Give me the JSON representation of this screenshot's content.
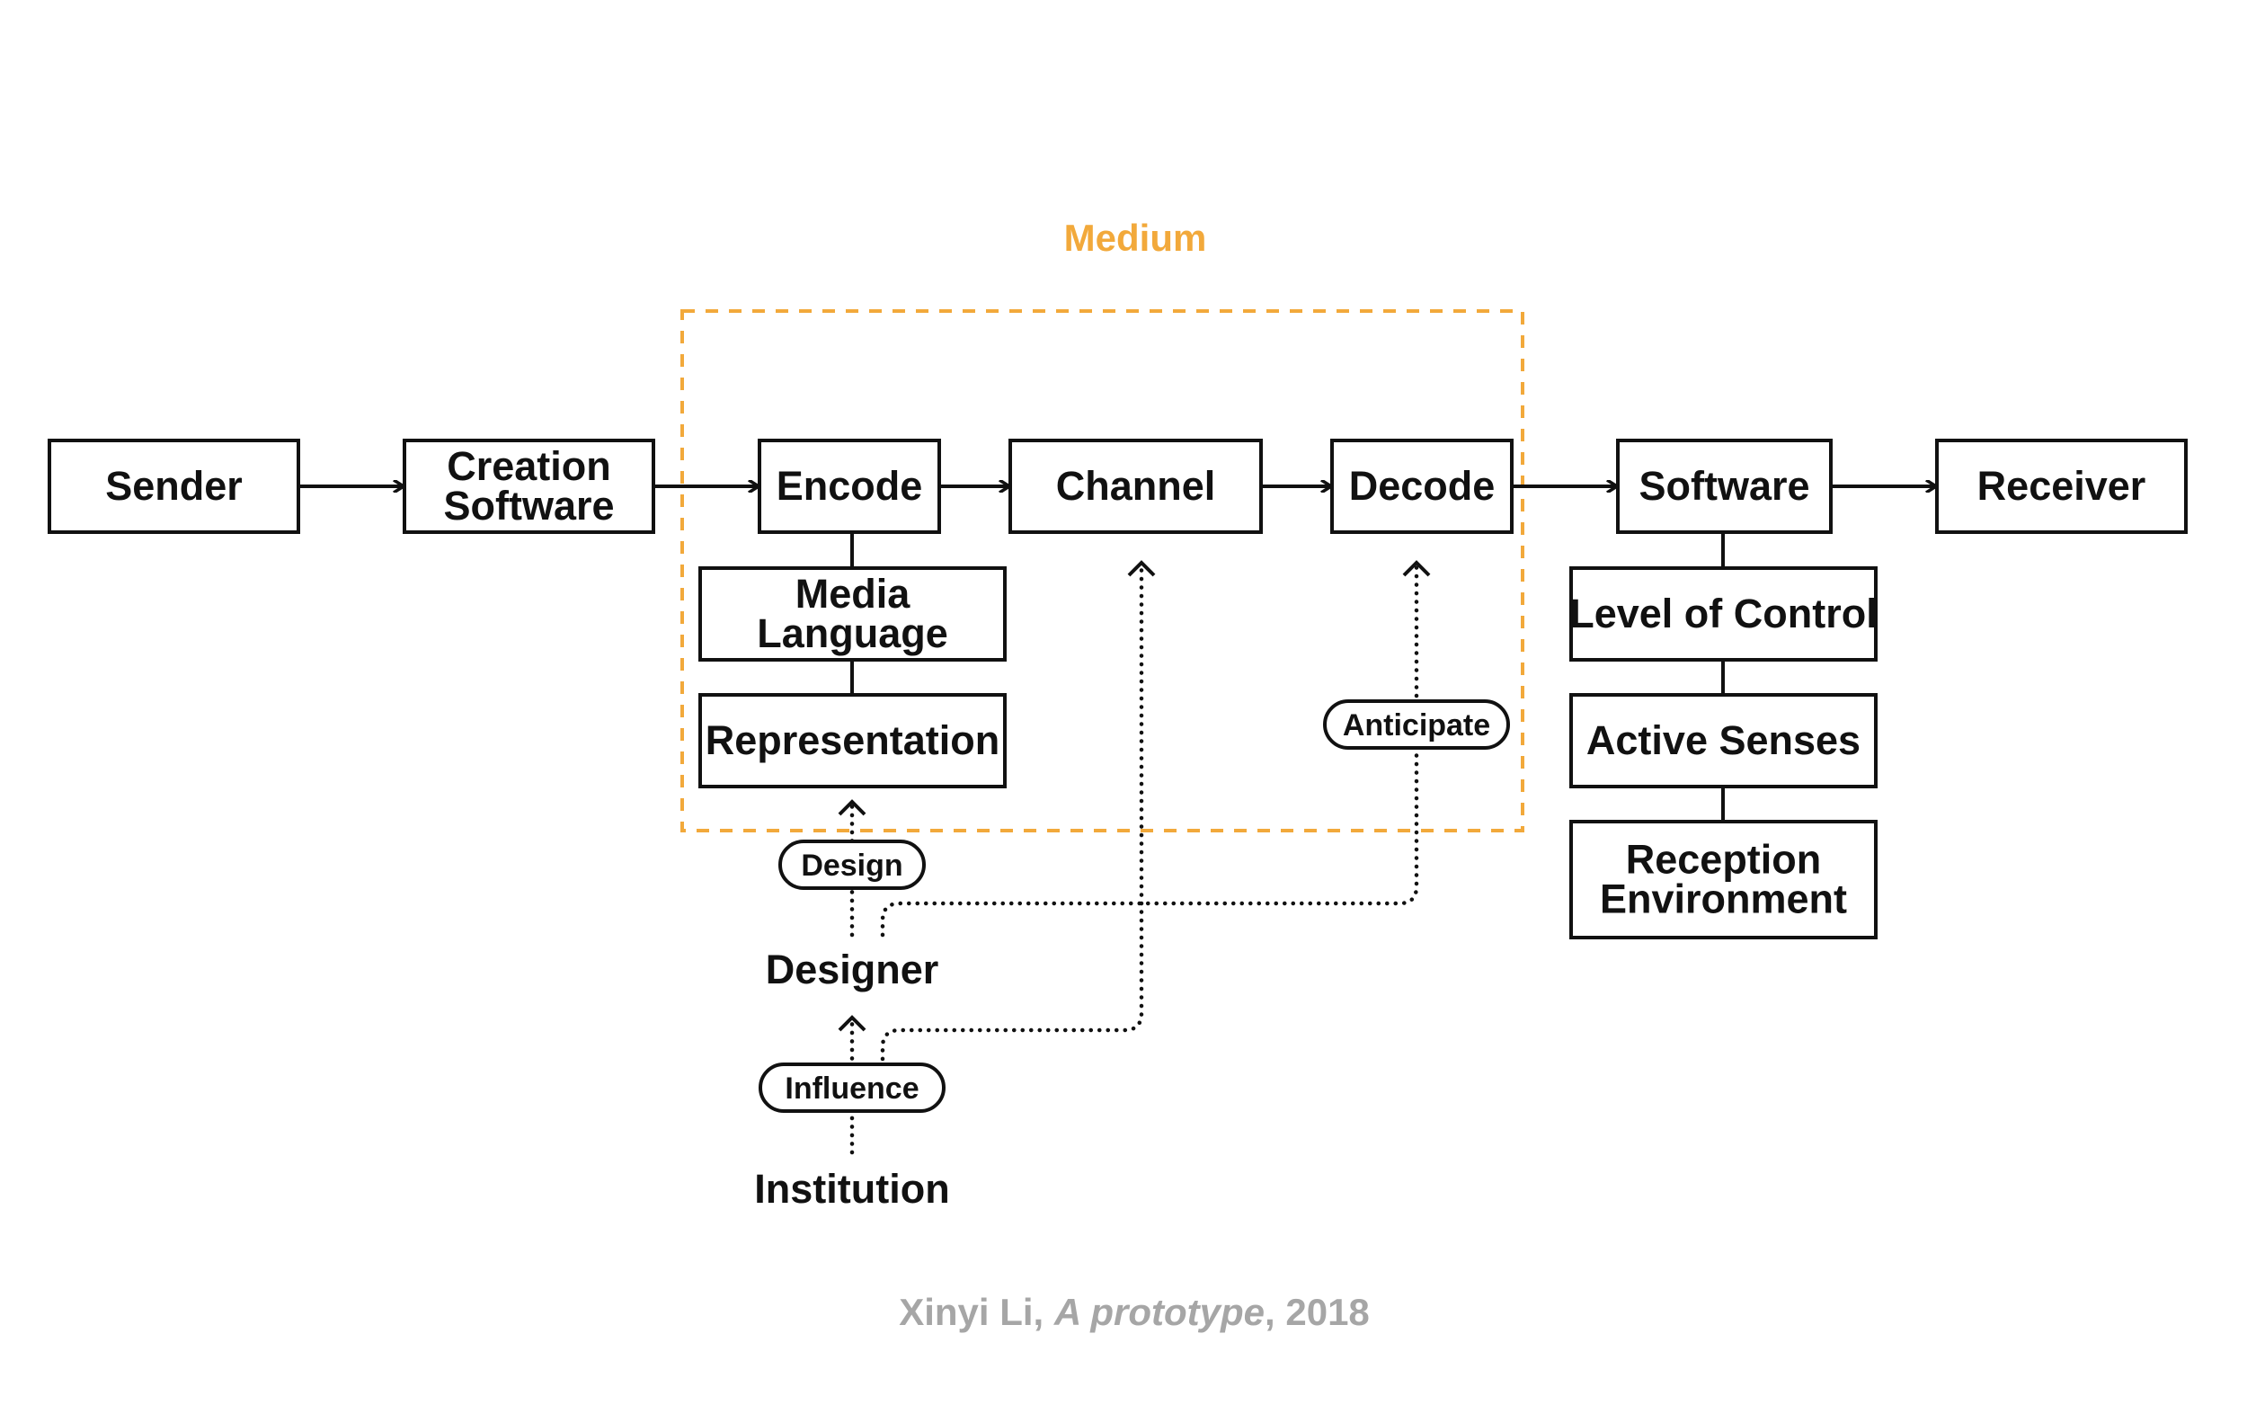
{
  "medium": {
    "label": "Medium",
    "color": "#f2a93b"
  },
  "nodes": {
    "sender": [
      "Sender"
    ],
    "creation_software": [
      "Creation",
      "Software"
    ],
    "encode": [
      "Encode"
    ],
    "channel": [
      "Channel"
    ],
    "decode": [
      "Decode"
    ],
    "software": [
      "Software"
    ],
    "receiver": [
      "Receiver"
    ],
    "media_language": [
      "Media",
      "Language"
    ],
    "representation": [
      "Representation"
    ],
    "level_of_control": [
      "Level of Control"
    ],
    "active_senses": [
      "Active Senses"
    ],
    "reception_environment": [
      "Reception",
      "Environment"
    ]
  },
  "actors": {
    "designer": "Designer",
    "institution": "Institution"
  },
  "pills": {
    "design": "Design",
    "anticipate": "Anticipate",
    "influence": "Influence"
  },
  "caption": {
    "author": "Xinyi Li, ",
    "work": "A prototype",
    "year": ", 2018",
    "color": "#a6a6a6"
  }
}
